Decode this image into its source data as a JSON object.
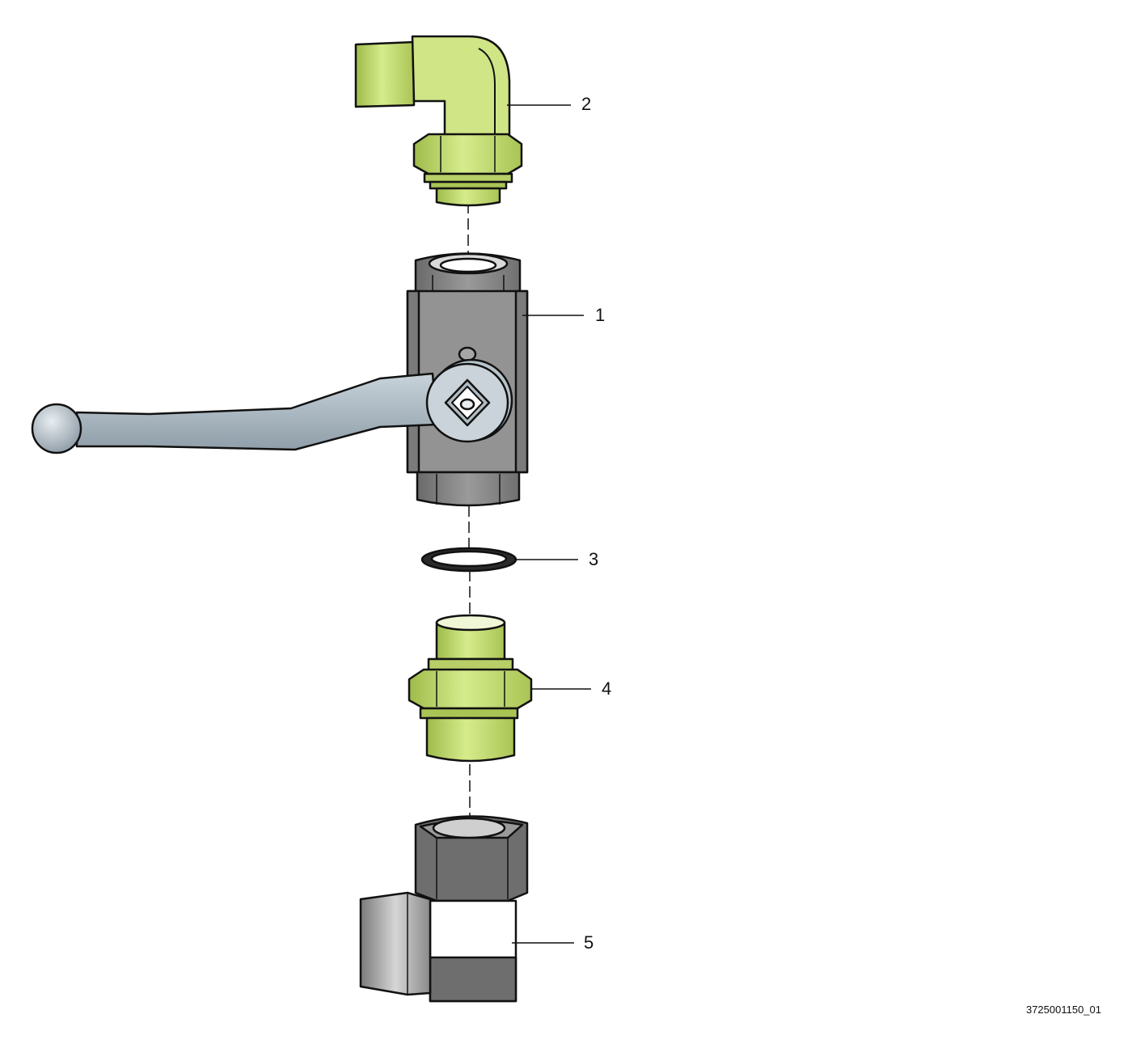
{
  "callouts": [
    {
      "id": "callout-1",
      "label": "1"
    },
    {
      "id": "callout-2",
      "label": "2"
    },
    {
      "id": "callout-3",
      "label": "3"
    },
    {
      "id": "callout-4",
      "label": "4"
    },
    {
      "id": "callout-5",
      "label": "5"
    }
  ],
  "drawing_id": "3725001150_01",
  "colors": {
    "fitting_green": "#c7e07a",
    "fitting_green_dark": "#9fbb4a",
    "valve_gray": "#8a8a8a",
    "valve_gray_dark": "#5f5f5f",
    "handle_blue_gray": "#a6b4bf",
    "seal_black": "#2a2a2a",
    "outline": "#111111"
  }
}
